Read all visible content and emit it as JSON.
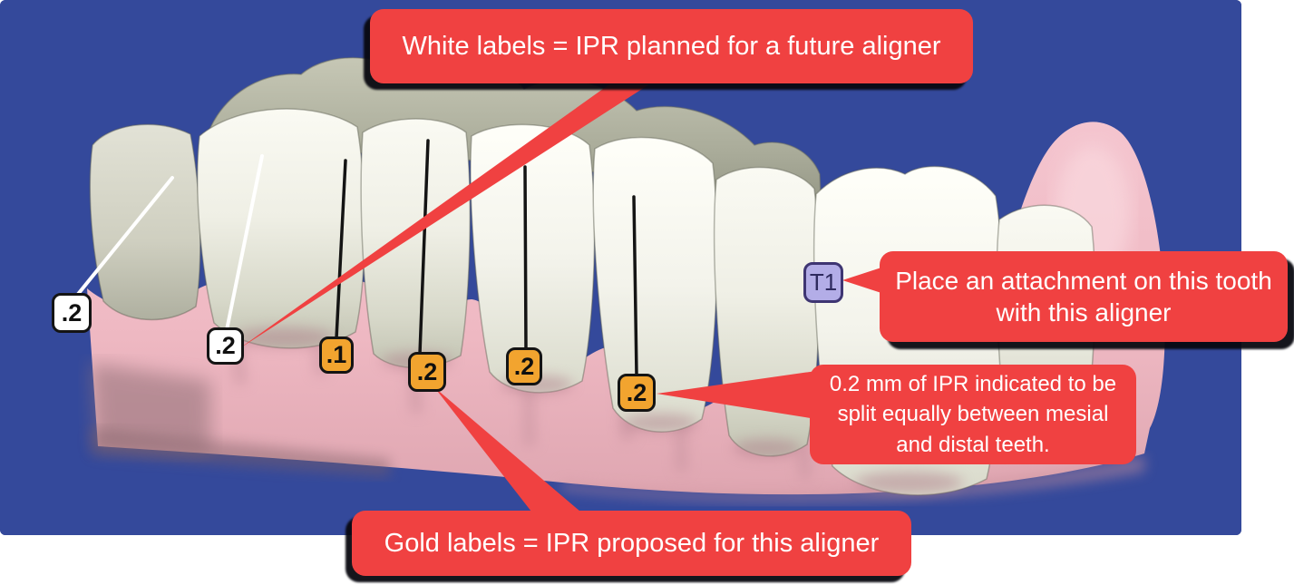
{
  "scene": {
    "description": "3D model of a lower dental arch (aligner treatment-planning viewport) with IPR and attachment markers",
    "viewport_color": "#34499B",
    "callout_color": "#F04141"
  },
  "callouts": {
    "white_labels": {
      "text": "White labels = IPR planned for a future aligner"
    },
    "attachment": {
      "text": "Place an attachment on this tooth with this aligner"
    },
    "ipr_split": {
      "text": "0.2 mm of IPR indicated to be split equally between mesial and distal teeth."
    },
    "gold_labels": {
      "text": "Gold labels = IPR proposed for this aligner"
    }
  },
  "labels": {
    "white": [
      {
        "value": ".2"
      },
      {
        "value": ".2"
      }
    ],
    "gold": [
      {
        "value": ".1"
      },
      {
        "value": ".2"
      },
      {
        "value": ".2"
      },
      {
        "value": ".2"
      }
    ],
    "attachment": {
      "value": "T1"
    }
  },
  "colors": {
    "gold_label_fill": "#F2A42F",
    "white_label_fill": "#FFFFFF",
    "attachment_fill": "#B3ADE7",
    "attachment_border": "#3E3572",
    "callout_red": "#F04141",
    "background_blue": "#34499B",
    "gum_pink": "#F2C0CA",
    "tooth_white": "#EFEFE6"
  }
}
